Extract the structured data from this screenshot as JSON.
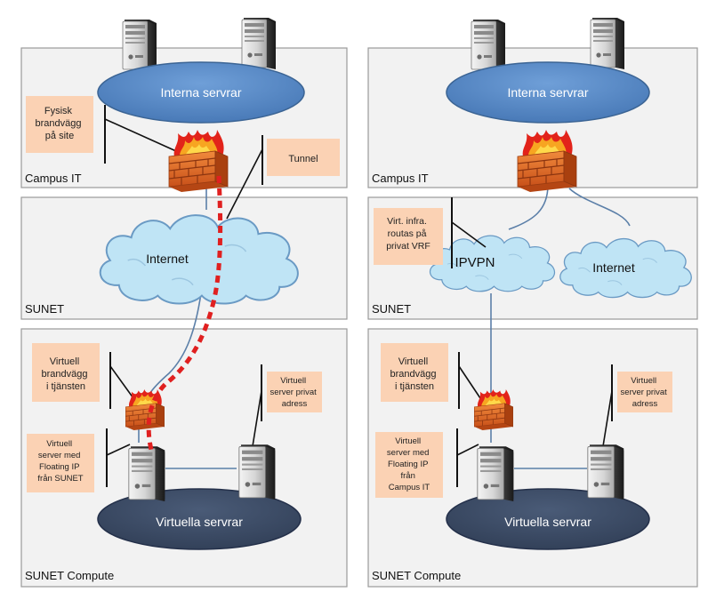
{
  "colors": {
    "panel_fill": "#f2f2f2",
    "panel_stroke": "#9a9a9a",
    "internal_servers": "#4f81bd",
    "virtual_servers": "#3a4a63",
    "cloud_fill": "#bfe4f5",
    "cloud_stroke": "#6a9ac4",
    "callout_fill": "#fbd2b4",
    "link_line": "#5b7fa8",
    "tunnel": "#e02020"
  },
  "left": {
    "campus": {
      "zone_label": "Campus IT",
      "servers_label": "Interna servrar",
      "firewall_callout": [
        "Fysisk",
        "brandvägg",
        "på site"
      ],
      "tunnel_callout": "Tunnel"
    },
    "sunet": {
      "zone_label": "SUNET",
      "cloud_label": "Internet"
    },
    "compute": {
      "zone_label": "SUNET Compute",
      "firewall_callout": [
        "Virtuell",
        "brandvägg",
        "i tjänsten"
      ],
      "private_callout": [
        "Virtuell",
        "server privat",
        "adress"
      ],
      "floating_callout": [
        "Virtuell",
        "server med",
        "Floating IP",
        "från SUNET"
      ],
      "servers_label": "Virtuella servrar"
    }
  },
  "right": {
    "campus": {
      "zone_label": "Campus IT",
      "servers_label": "Interna servrar"
    },
    "sunet": {
      "zone_label": "SUNET",
      "vrf_callout": [
        "Virt. infra.",
        "routas på",
        "privat VRF"
      ],
      "ipvpn_label": "IPVPN",
      "internet_label": "Internet"
    },
    "compute": {
      "zone_label": "SUNET Compute",
      "firewall_callout": [
        "Virtuell",
        "brandvägg",
        "i tjänsten"
      ],
      "private_callout": [
        "Virtuell",
        "server privat",
        "adress"
      ],
      "floating_callout": [
        "Virtuell",
        "server med",
        "Floating IP",
        "från",
        "Campus IT"
      ],
      "servers_label": "Virtuella servrar"
    }
  }
}
